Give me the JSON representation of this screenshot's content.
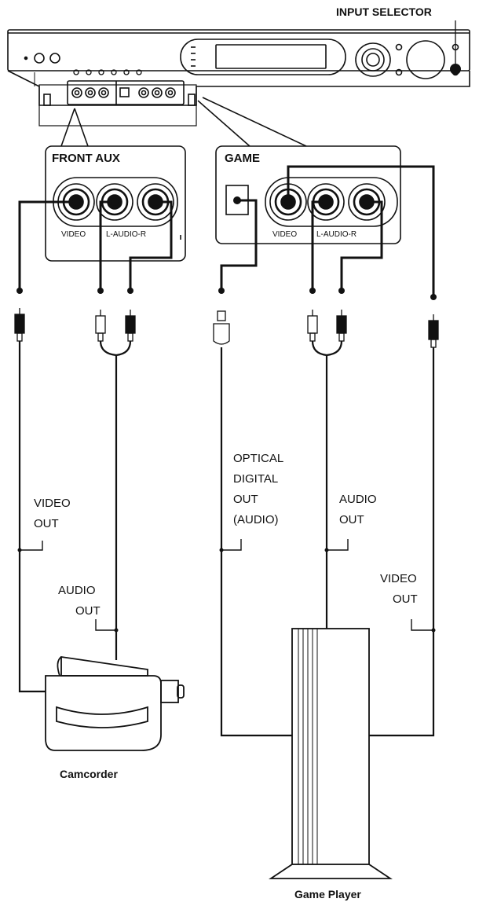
{
  "receiver": {
    "input_selector_label": "INPUT SELECTOR"
  },
  "front_aux_panel": {
    "title": "FRONT AUX",
    "jack_labels": {
      "video": "VIDEO",
      "audio": "L-AUDIO-R"
    }
  },
  "game_panel": {
    "title": "GAME",
    "jack_labels": {
      "video": "VIDEO",
      "audio": "L-AUDIO-R"
    }
  },
  "camcorder": {
    "name": "Camcorder",
    "video_out": [
      "VIDEO",
      "OUT"
    ],
    "audio_out": [
      "AUDIO",
      "OUT"
    ]
  },
  "game_player": {
    "name": "Game Player",
    "optical_out": [
      "OPTICAL",
      "DIGITAL",
      "OUT",
      "(AUDIO)"
    ],
    "audio_out": [
      "AUDIO",
      "OUT"
    ],
    "video_out": [
      "VIDEO",
      "OUT"
    ]
  },
  "colors": {
    "line": "#111111",
    "background": "#ffffff"
  }
}
